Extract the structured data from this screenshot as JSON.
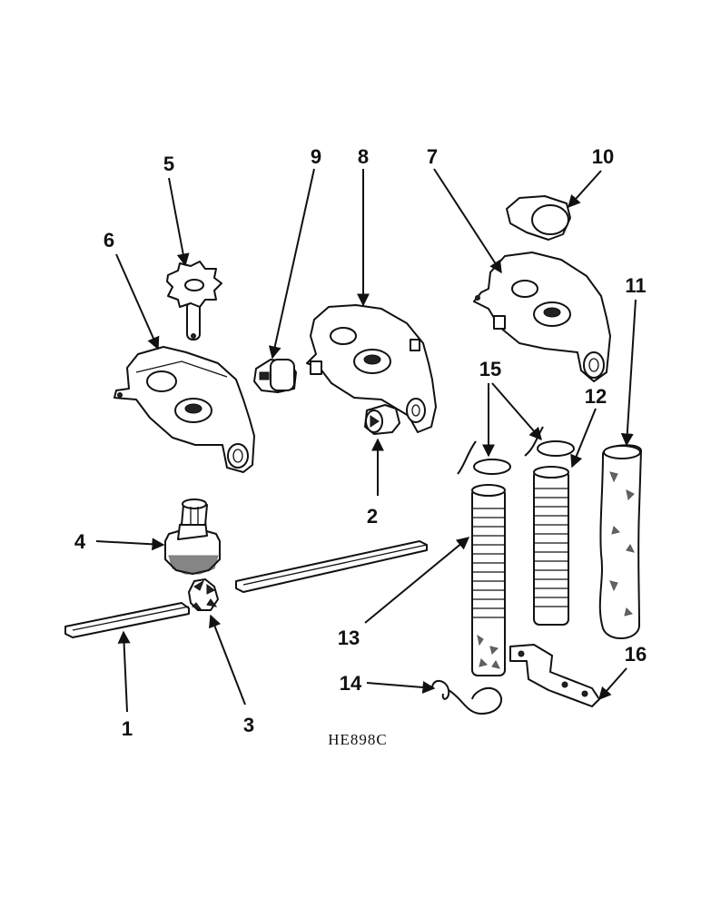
{
  "callouts": {
    "c1": "1",
    "c2": "2",
    "c3": "3",
    "c4": "4",
    "c5": "5",
    "c6": "6",
    "c7": "7",
    "c8": "8",
    "c9": "9",
    "c10": "10",
    "c11": "11",
    "c12": "12",
    "c13": "13",
    "c14": "14",
    "c15": "15",
    "c16": "16"
  },
  "figure_code": "HE898C",
  "icons": {
    "housing": "gear-housing-icon",
    "sprocket": "sprocket-icon",
    "shaft": "square-shaft-icon",
    "bevel_gear": "bevel-gear-icon",
    "seed_tube": "flexible-seed-tube-icon",
    "spring_clip": "spring-clip-icon",
    "bracket": "bracket-icon"
  }
}
